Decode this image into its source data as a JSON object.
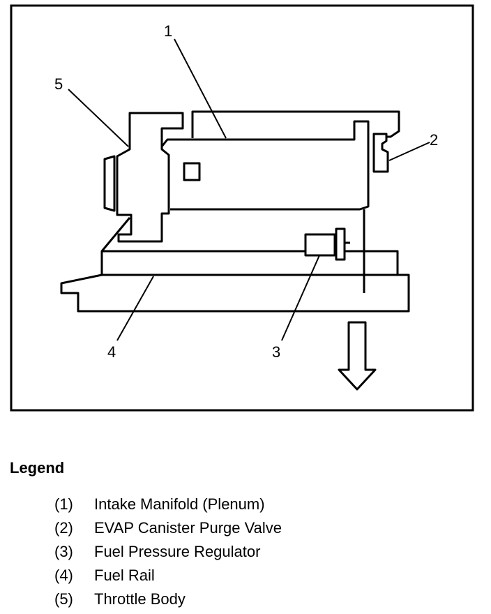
{
  "callouts": {
    "c1": "1",
    "c2": "2",
    "c3": "3",
    "c4": "4",
    "c5": "5"
  },
  "legend": {
    "title": "Legend",
    "items": [
      {
        "num": "(1)",
        "label": "Intake Manifold (Plenum)"
      },
      {
        "num": "(2)",
        "label": "EVAP Canister Purge Valve"
      },
      {
        "num": "(3)",
        "label": "Fuel Pressure Regulator"
      },
      {
        "num": "(4)",
        "label": "Fuel Rail"
      },
      {
        "num": "(5)",
        "label": "Throttle Body"
      }
    ]
  }
}
